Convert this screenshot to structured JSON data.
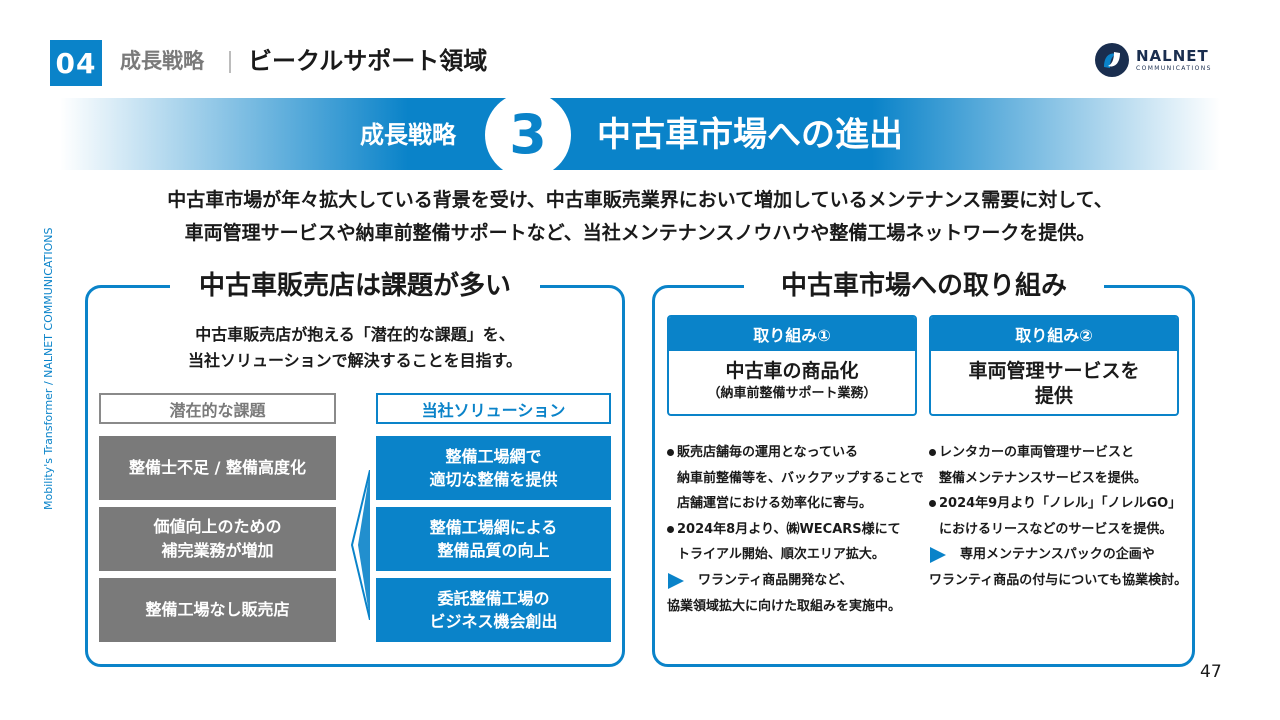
{
  "header": {
    "section_number": "04",
    "category": "成長戦略",
    "title": "ビークルサポート領域"
  },
  "logo": {
    "name": "NALNET",
    "sub": "COMMUNICATIONS"
  },
  "banner": {
    "label": "成長戦略",
    "number": "3",
    "title": "中古車市場への進出"
  },
  "intro": {
    "line1": "中古車市場が年々拡大している背景を受け、中古車販売業界において増加しているメンテナンス需要に対して、",
    "line2": "車両管理サービスや納車前整備サポートなど、当社メンテナンスノウハウや整備工場ネットワークを提供。"
  },
  "side_text": "Mobility's Transformer / NALNET COMMUNICATIONS",
  "left_panel": {
    "heading": "中古車販売店は課題が多い",
    "desc_line1": "中古車販売店が抱える「潜在的な課題」を、",
    "desc_line2": "当社ソリューションで解決することを目指す。",
    "issues_header": "潜在的な課題",
    "solutions_header": "当社ソリューション",
    "issues": [
      {
        "line1": "整備士不足 / 整備高度化",
        "line2": ""
      },
      {
        "line1": "価値向上のための",
        "line2": "補完業務が増加"
      },
      {
        "line1": "整備工場なし販売店",
        "line2": ""
      }
    ],
    "solutions": [
      {
        "line1": "整備工場網で",
        "line2": "適切な整備を提供"
      },
      {
        "line1": "整備工場網による",
        "line2": "整備品質の向上"
      },
      {
        "line1": "委託整備工場の",
        "line2": "ビジネス機会創出"
      }
    ]
  },
  "right_panel": {
    "heading": "中古車市場への取り組み",
    "initiatives": [
      {
        "label": "取り組み①",
        "title_line1": "中古車の商品化",
        "title_line2": "",
        "sub": "（納車前整備サポート業務）",
        "bullets": [
          {
            "type": "dot",
            "text": "販売店舗毎の運用となっている"
          },
          {
            "type": "indent",
            "text": "納車前整備等を、バックアップすることで"
          },
          {
            "type": "indent",
            "text": "店舗運営における効率化に寄与。"
          },
          {
            "type": "dot",
            "text": "2024年8月より、㈱WECARS様にて"
          },
          {
            "type": "indent",
            "text": "トライアル開始、順次エリア拡大。"
          },
          {
            "type": "arrow",
            "text": "ワランティ商品開発など、"
          },
          {
            "type": "plain",
            "text": "協業領域拡大に向けた取組みを実施中。"
          }
        ]
      },
      {
        "label": "取り組み②",
        "title_line1": "車両管理サービスを",
        "title_line2": "提供",
        "sub": "",
        "bullets": [
          {
            "type": "dot",
            "text": "レンタカーの車両管理サービスと"
          },
          {
            "type": "indent",
            "text": "整備メンテナンスサービスを提供。"
          },
          {
            "type": "dot",
            "text": "2024年9月より「ノレル」「ノレルGO」"
          },
          {
            "type": "indent",
            "text": "におけるリースなどのサービスを提供。"
          },
          {
            "type": "arrow",
            "text": "専用メンテナンスパックの企画や"
          },
          {
            "type": "plain",
            "text": "ワランティ商品の付与についても協業検討。"
          }
        ]
      }
    ]
  },
  "page_number": "47",
  "colors": {
    "accent": "#0a83c9",
    "issue_gray": "#7a7a7a",
    "text": "#1a1a1a",
    "logo_navy": "#1a2e4f"
  }
}
